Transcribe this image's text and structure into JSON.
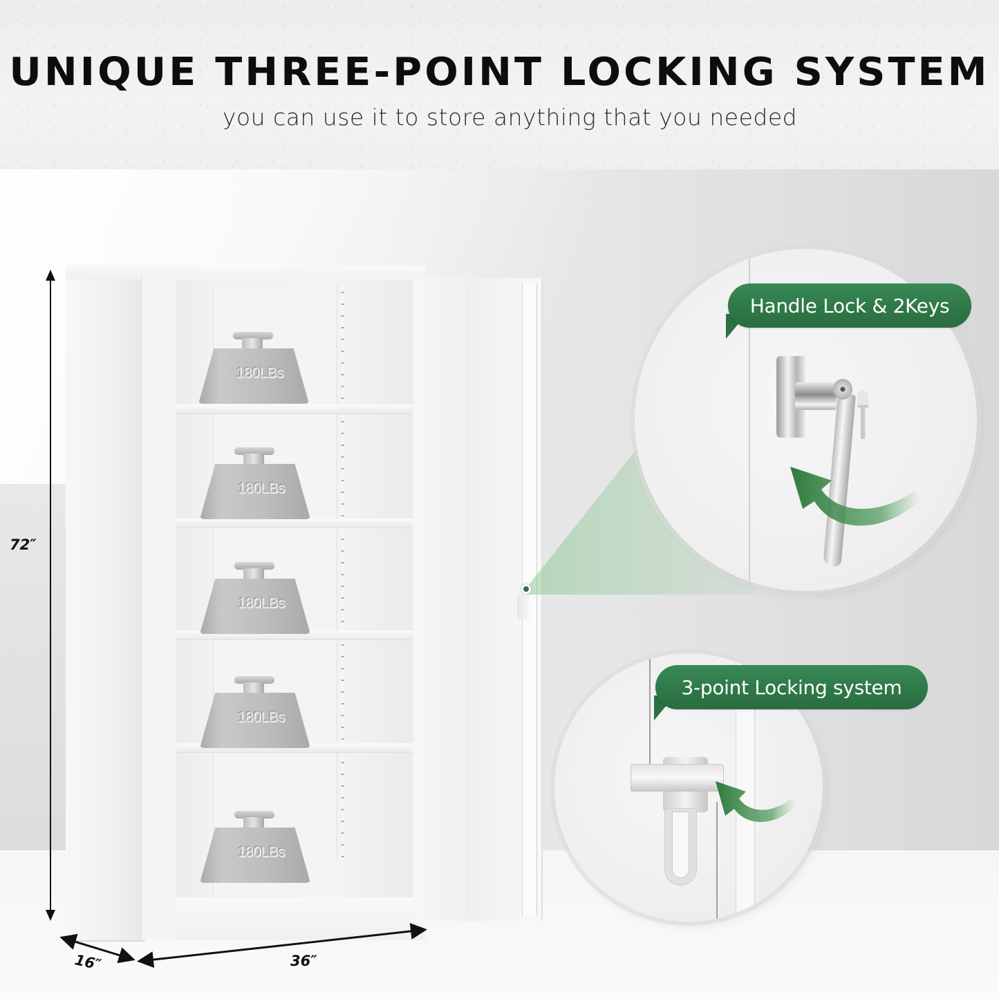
{
  "header": {
    "title": "UNIQUE THREE-POINT LOCKING SYSTEM",
    "subtitle": "you can use it to store anything that you needed"
  },
  "cabinet": {
    "shelves": [
      {
        "weight_label": "180LBs"
      },
      {
        "weight_label": "180LBs"
      },
      {
        "weight_label": "180LBs"
      },
      {
        "weight_label": "180LBs"
      },
      {
        "weight_label": "180LBs"
      }
    ],
    "color": "#f5f5f5"
  },
  "dimensions": {
    "height": "72″",
    "depth": "16″",
    "width": "36″"
  },
  "callouts": [
    {
      "label": "Handle Lock & 2Keys",
      "icon": "handle-lock-with-keys"
    },
    {
      "label": "3-point Locking system",
      "icon": "latch-lock"
    }
  ],
  "colors": {
    "accent_green": "#2f7a49",
    "title_text": "#0d0d0d",
    "background": "#f2f2f2"
  }
}
